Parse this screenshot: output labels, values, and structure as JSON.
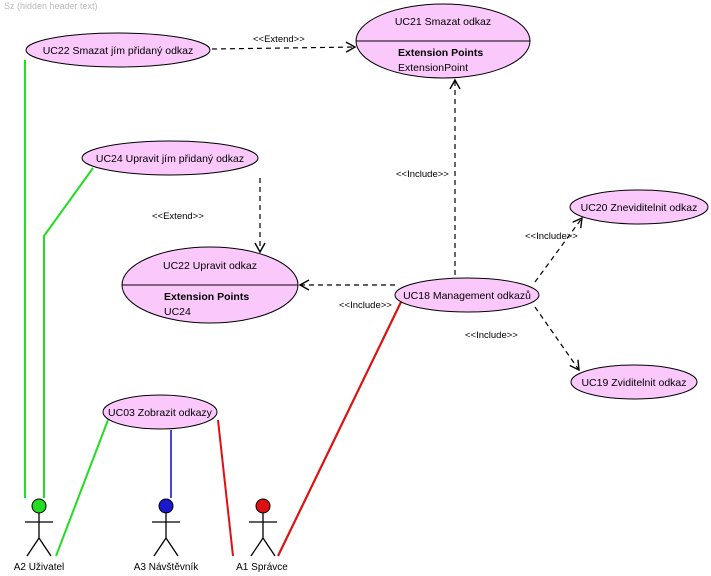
{
  "header": {
    "text": "Sz (hidden header text)"
  },
  "colors": {
    "usecase_fill": "#fbc8fb",
    "outline": "#000000",
    "actor_user": "#22dd22",
    "actor_visitor": "#1a1acc",
    "actor_admin": "#dd1111",
    "assoc_user": "#22dd22",
    "assoc_visitor": "#1a1acc",
    "assoc_admin": "#dd1111"
  },
  "use_cases": {
    "uc22_smazat": "UC22 Smazat jím přidaný odkaz",
    "uc21_smazat": "UC21 Smazat odkaz",
    "uc24_upravit": "UC24 Upravit jím přidaný odkaz",
    "uc22_upravit": "UC22 Upravit odkaz",
    "uc18_management": "UC18 Management odkazů",
    "uc20_zneviditelnit": "UC20 Zneviditelnit odkaz",
    "uc19_zviditelnit": "UC19 Zviditelnit odkaz",
    "uc03_zobrazit": "UC03 Zobrazit odkazy"
  },
  "extension_points": {
    "title": "Extension Points",
    "uc21_item": "ExtensionPoint",
    "uc22_item": "UC24"
  },
  "relations": {
    "extend": "<<Extend>>",
    "include": "<<Include>>"
  },
  "actors": {
    "a2": "A2 Uživatel",
    "a3": "A3 Návštěvník",
    "a1": "A1 Správce"
  }
}
